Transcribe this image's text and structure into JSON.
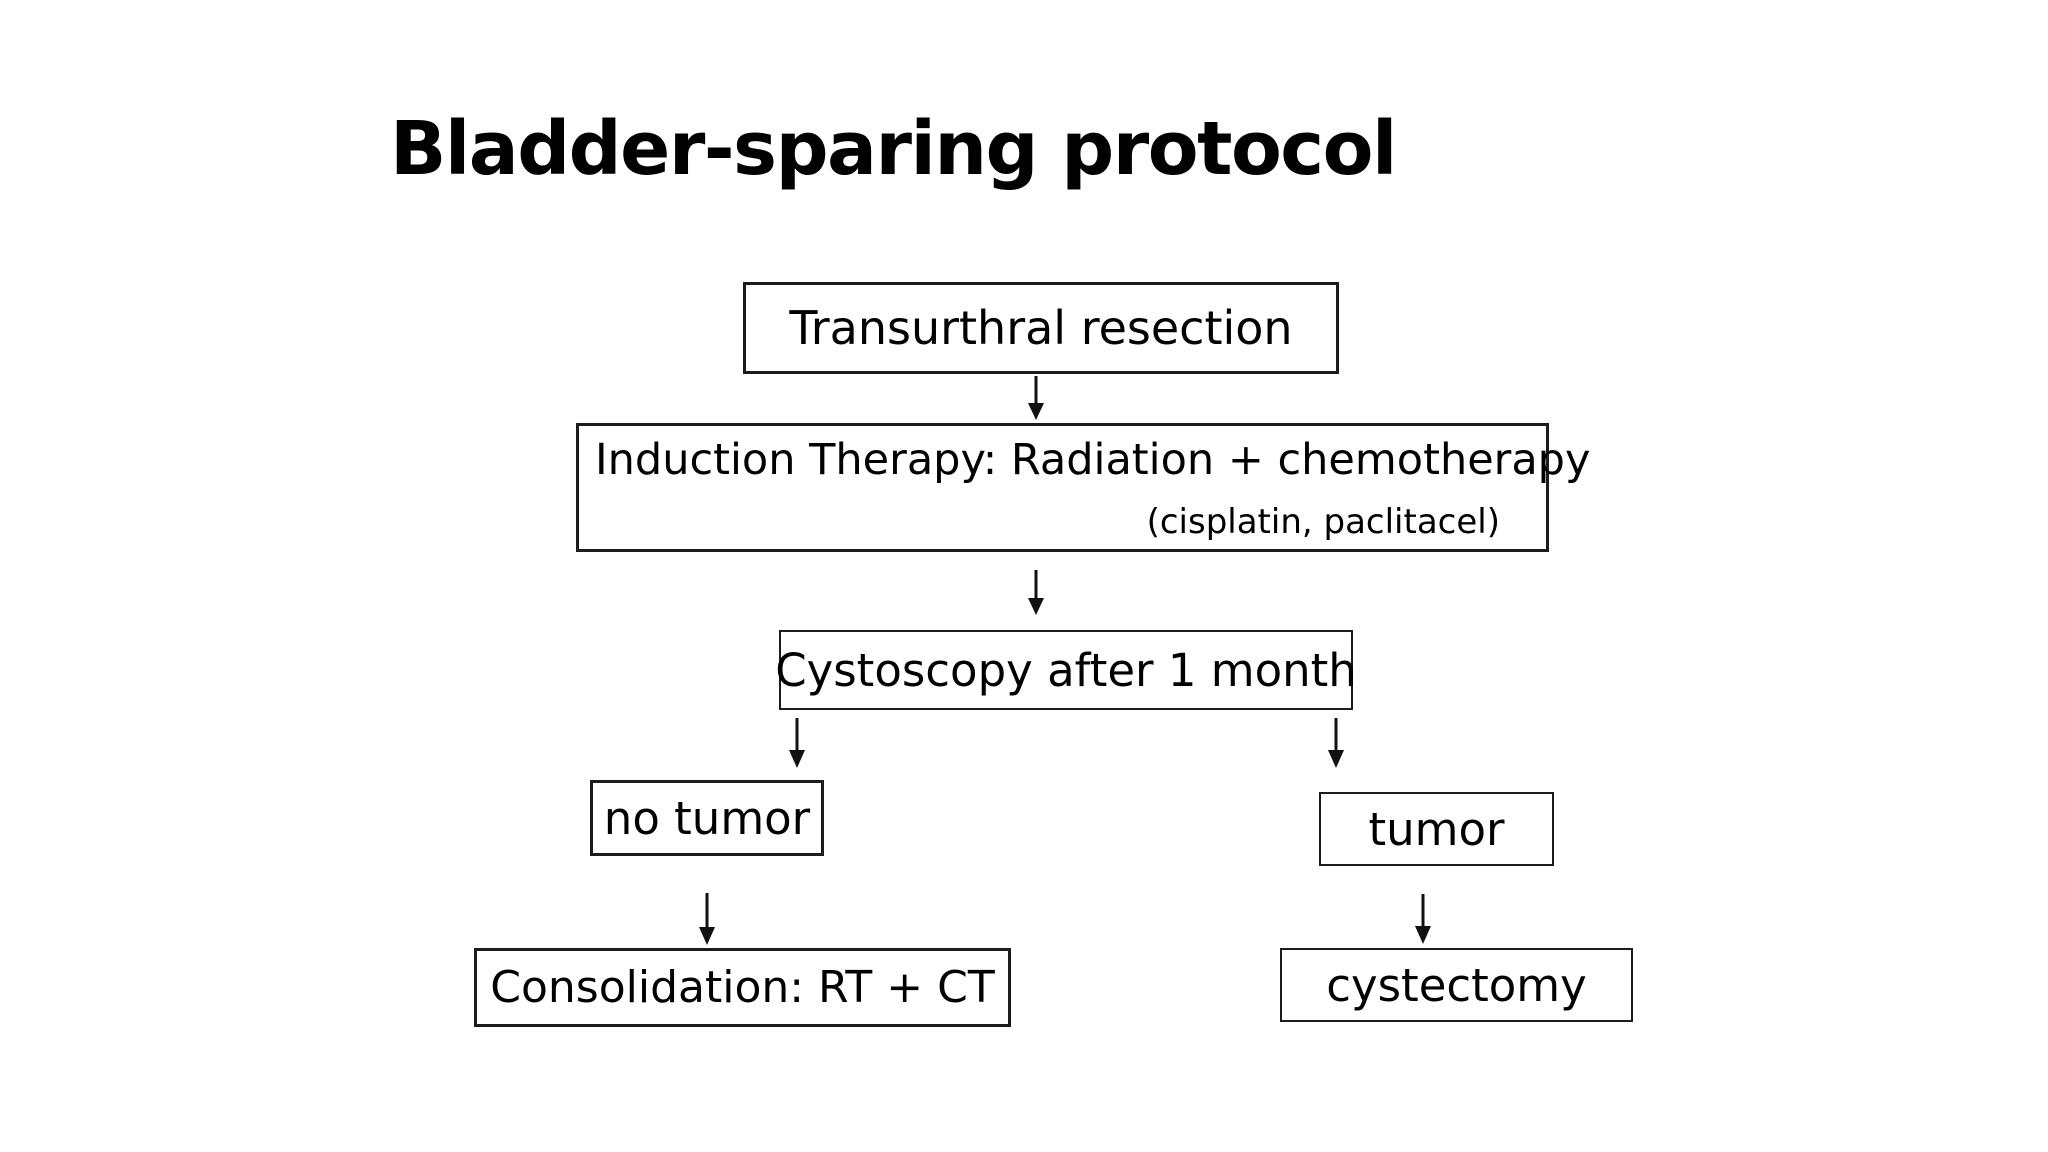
{
  "page": {
    "background_color": "#ffffff"
  },
  "diagram": {
    "title": "Bladder-sparing protocol",
    "nodes": {
      "transurethral": {
        "label": "Transurthral resection"
      },
      "induction": {
        "line1": "Induction Therapy: Radiation + chemotherapy",
        "line2": "(cisplatin, paclitacel)"
      },
      "cystoscopy": {
        "label": "Cystoscopy after 1 month"
      },
      "no_tumor": {
        "label": "no tumor"
      },
      "tumor": {
        "label": "tumor"
      },
      "consolidation": {
        "label": "Consolidation: RT + CT"
      },
      "cystectomy": {
        "label": "cystectomy"
      }
    },
    "edges": [
      {
        "from": "transurethral",
        "to": "induction"
      },
      {
        "from": "induction",
        "to": "cystoscopy"
      },
      {
        "from": "cystoscopy",
        "to": "no_tumor"
      },
      {
        "from": "cystoscopy",
        "to": "tumor"
      },
      {
        "from": "no_tumor",
        "to": "consolidation"
      },
      {
        "from": "tumor",
        "to": "cystectomy"
      }
    ],
    "colors": {
      "box_border": "#1c1c1c",
      "text": "#000000",
      "arrow": "#111111"
    }
  }
}
